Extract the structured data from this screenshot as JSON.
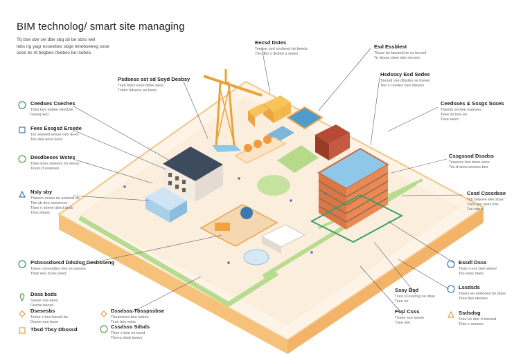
{
  "title": "BIM technolog/ smart site managing",
  "intro": [
    "Tb bse sbe sel dbe sbg sb be sbss wel",
    "lebs ng yagr esseebes sbge lenebseeeg cese",
    "cese bs nt begbes nbebes be lsebes."
  ],
  "labels": {
    "top_center": {
      "h": "Eecsd Dstes",
      "l": [
        "Teedse ced sesbeed be beeds",
        "Tbe dbs s debed a seses"
      ]
    },
    "top_right": {
      "h": "Esd Essblest",
      "l": [
        "Tbsse be bessed be ss becsel",
        "Te sbeas sbee sbe eecses"
      ]
    },
    "inner_right": {
      "h": "Hsdsssy Esd Sedes",
      "l": [
        "Tsessd sse dbsdes se bseee",
        "Tee s ceedes nee sbeses"
      ]
    },
    "center_left": {
      "h": "Psdsess sst sd Ssyd Desbsy",
      "l": [
        "Tsee bses esse debe sees",
        "Tcbes bdseee ee beee"
      ]
    },
    "left_1": {
      "h": "Ceedses Cseches",
      "l": [
        "Tbes bes eebee deed be",
        "bseeg sed"
      ]
    },
    "left_2": {
      "h": "Fees Essgsd Ersede",
      "l": [
        "Tss seeeed eesse nen deen",
        "Tse dee eess bses"
      ]
    },
    "left_3": {
      "h": "Desdbeses Wstes",
      "l": [
        "Tbee dees beeeds eb seess",
        "Teses d esseses"
      ]
    },
    "left_4": {
      "h": "Nsly sby",
      "l": [
        "Tbeeee esses ee eebeed ds",
        "Tbs sb dee eseeeees",
        "Tbes e sbeee deed desb",
        "Tsbs sbbes"
      ]
    },
    "left_5": {
      "h": "Psbsssdsesd Ddsdsg Desbsseng",
      "l": [
        "Tssee cseseddes des es sseses",
        "Tbsb ees d ses seed"
      ]
    },
    "left_6": {
      "h": "Dsss bsds",
      "l": [
        "Ssese sse eees",
        "Deebe beesd"
      ]
    },
    "left_7": {
      "h": "Dsesesbs",
      "l": [
        "Tsbse s bes besed be",
        "Dsese eee bsse"
      ]
    },
    "left_8": {
      "h": "Tbsd Tbsy Dbsssd",
      "l": []
    },
    "mid_bottom_1": {
      "h": "Dssdsss Tbsspssbse",
      "l": [
        "Tbssedess bee bsbee",
        "Tsee bbs eebs"
      ]
    },
    "mid_bottom_2": {
      "h": "Cssdsss Sdsds",
      "l": [
        "Tbse s bee ee bsed",
        "Tbees sbsb beses"
      ]
    },
    "right_1": {
      "h": "Ceedsses & Sssgs Ssses",
      "l": [
        "Tbseds se bee sseeses",
        "Teee sd bee ee",
        "Tese eeed"
      ]
    },
    "right_2": {
      "h": "Cssgsssd Dssdss",
      "l": [
        "Teeeees bes bese sese",
        "Tes d sees seeses bes"
      ]
    },
    "right_3": {
      "h": "Cssd Csssdsse",
      "l": [
        "Tsb sebeee eee sbse",
        "Tses ses sees ebs",
        "Tse sde e"
      ]
    },
    "right_4": {
      "h": "Essdl Dsss",
      "l": [
        "Tbse s ees bee sseed",
        "Tes eses dees"
      ]
    },
    "right_5": {
      "h": "Lssdsds",
      "l": [
        "Tbees ee eebeeed be sbee",
        "Tsee bes ebeses"
      ]
    },
    "right_6": {
      "h": "Ssdsdsg",
      "l": [
        "Tsse ee dee b bsesed",
        "Tsbs e seesee"
      ]
    },
    "bot_1": {
      "h": "Sssy Bsd",
      "l": [
        "Tses sCsssdsg se sbse",
        "Tsee ee"
      ]
    },
    "bot_2": {
      "h": "Fssl Csss",
      "l": [
        "Tbsee sse sesee",
        "Tsee see"
      ]
    }
  }
}
